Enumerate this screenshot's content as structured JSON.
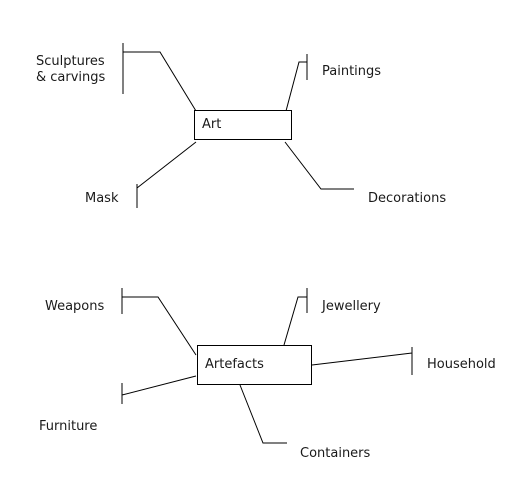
{
  "colors": {
    "line": "#000000",
    "text": "#1a1a1a",
    "background": "#ffffff"
  },
  "diagrams": [
    {
      "center": "Art",
      "branches": [
        "Sculptures\n& carvings",
        "Paintings",
        "Mask",
        "Decorations"
      ]
    },
    {
      "center": "Artefacts",
      "branches": [
        "Weapons",
        "Jewellery",
        "Household",
        "Furniture",
        "Containers"
      ]
    }
  ]
}
